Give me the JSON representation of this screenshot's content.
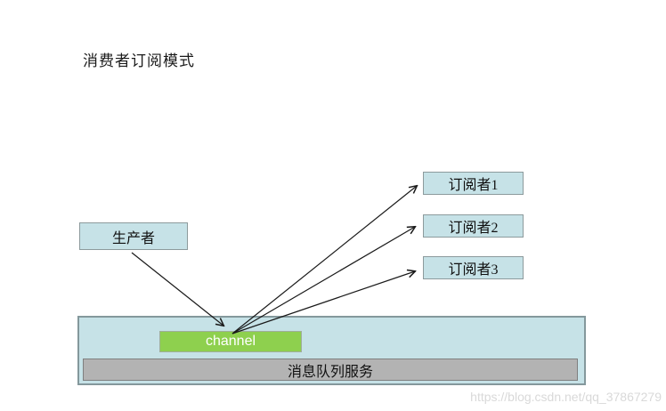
{
  "title": "消费者订阅模式",
  "diagram": {
    "producer": {
      "label": "生产者"
    },
    "subscribers": [
      {
        "label": "订阅者1"
      },
      {
        "label": "订阅者2"
      },
      {
        "label": "订阅者3"
      }
    ],
    "channel": {
      "label": "channel"
    },
    "queue": {
      "label": "消息队列服务"
    },
    "edges": [
      {
        "from": "producer",
        "to": "channel"
      },
      {
        "from": "channel",
        "to": "subscriber-1"
      },
      {
        "from": "channel",
        "to": "subscriber-2"
      },
      {
        "from": "channel",
        "to": "subscriber-3"
      }
    ]
  },
  "watermark": "https://blog.csdn.net/qq_37867279",
  "colors": {
    "node-fill": "#c6e2e7",
    "node-border": "#8c9a9c",
    "container-border": "#84989c",
    "channel-fill": "#8ed04e",
    "channel-border": "#9fae9b",
    "queue-fill": "#b3b3b3",
    "queue-border": "#7f7f7f",
    "arrow": "#1a1a1a",
    "watermark": "#d9d9d9"
  }
}
